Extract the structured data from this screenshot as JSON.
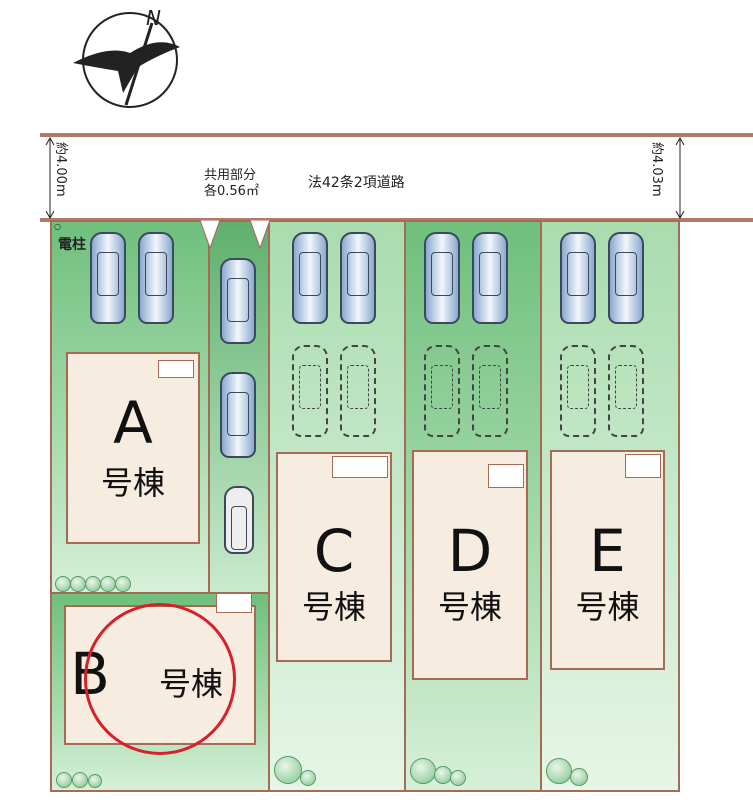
{
  "road": {
    "name": "法42条2項道路",
    "width_left": "約4.00m",
    "width_right": "約4.03m"
  },
  "shared": {
    "line1": "共用部分",
    "line2": "各0.56㎡"
  },
  "pole": "電柱",
  "compass": {
    "north": "N"
  },
  "buildings": [
    {
      "letter": "A",
      "suffix": "号棟"
    },
    {
      "letter": "B",
      "suffix": "号棟",
      "highlighted": true
    },
    {
      "letter": "C",
      "suffix": "号棟"
    },
    {
      "letter": "D",
      "suffix": "号棟"
    },
    {
      "letter": "E",
      "suffix": "号棟"
    }
  ],
  "colors": {
    "boundary": "#a46b55",
    "highlight": "#d6202a",
    "lawn": "#6fbf7d"
  }
}
